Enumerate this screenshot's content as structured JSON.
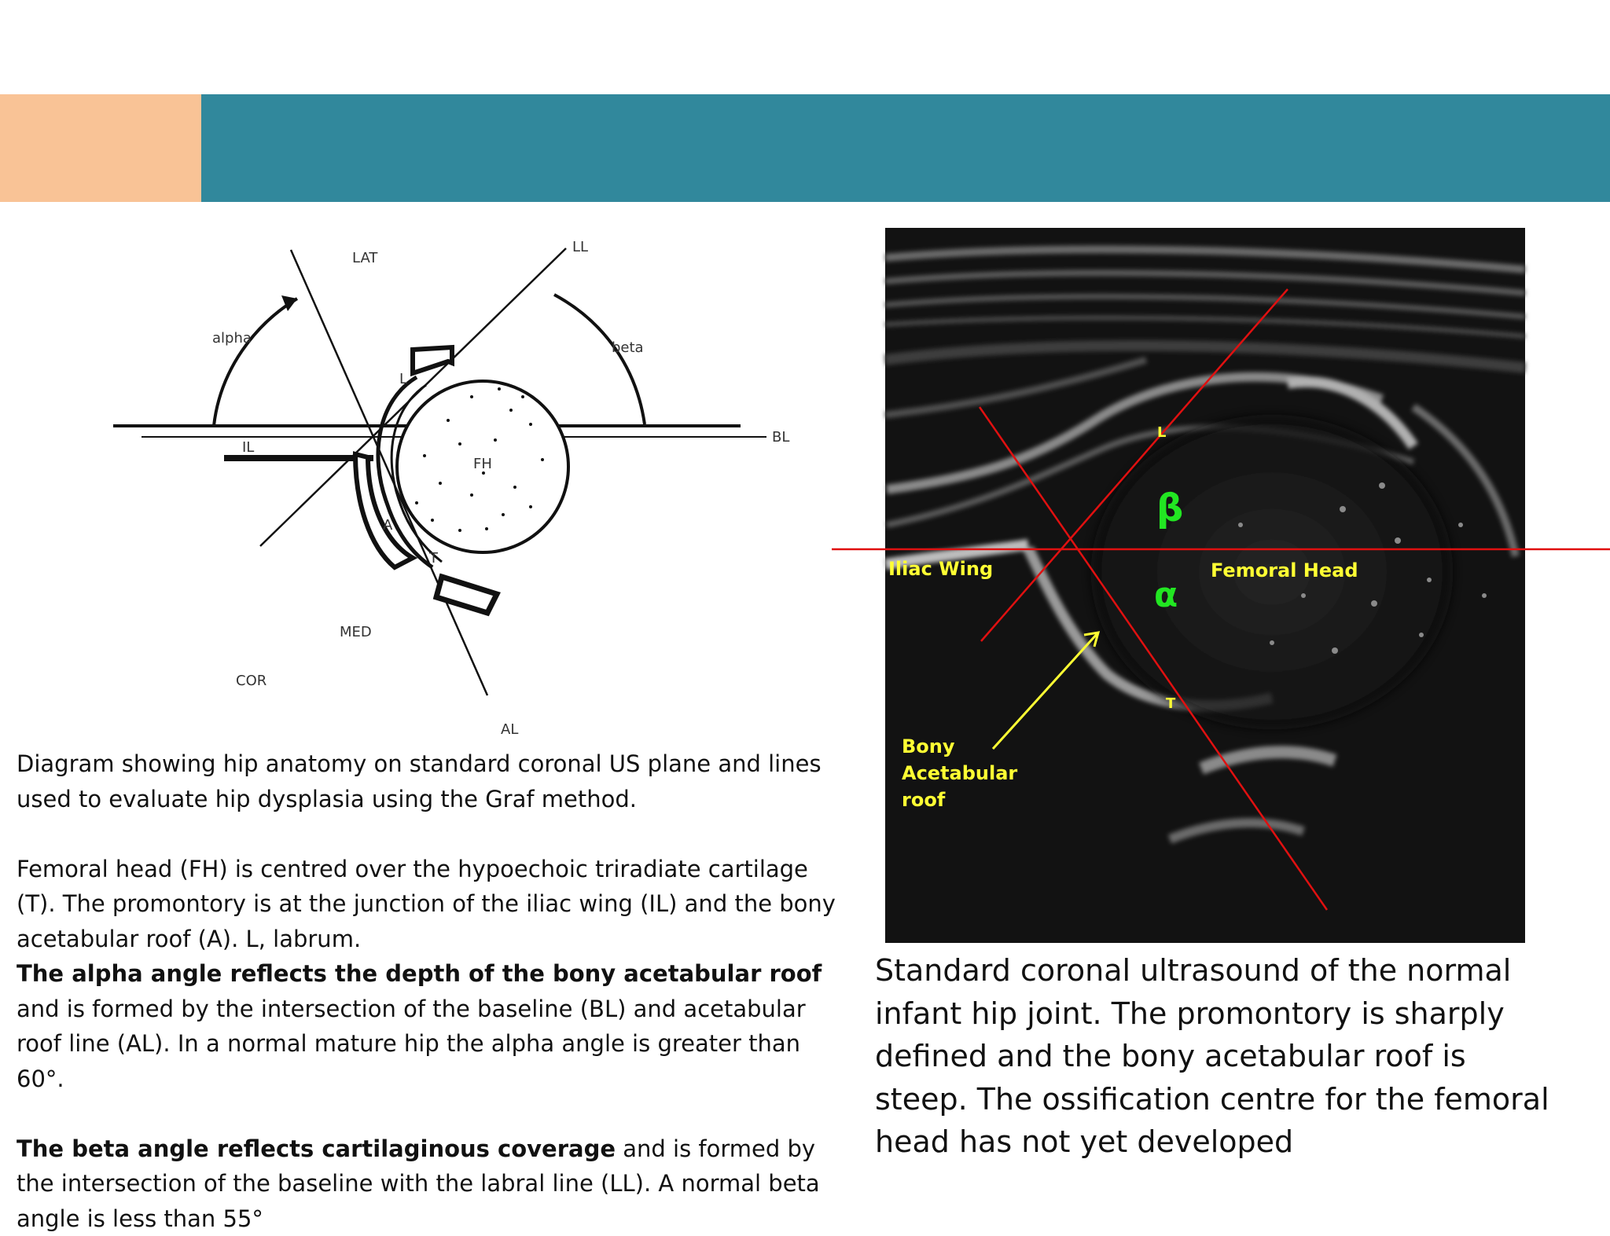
{
  "colors": {
    "accent_band": "#F9C396",
    "main_band": "#31889C",
    "angle_lines": "#e01010",
    "label_yellow": "#ffff33",
    "label_green": "#22e622"
  },
  "diagram": {
    "labels": {
      "lat": "LAT",
      "ll": "LL",
      "alpha": "alpha",
      "beta": "beta",
      "l": "L",
      "bl": "BL",
      "il": "IL",
      "fh": "FH",
      "a": "A",
      "t": "T",
      "med": "MED",
      "cor": "COR",
      "al": "AL"
    },
    "caption": "Diagram showing hip anatomy on standard coronal US plane and lines used to evaluate hip dysplasia using the Graf method.",
    "para1": "Femoral head (FH) is centred over the hypoechoic triradiate cartilage (T). The promontory is at the junction of the iliac wing (IL) and the bony acetabular roof (A). L, labrum.",
    "alpha_bold": "The alpha angle reflects the depth of the bony acetabular roof",
    "alpha_rest": " and is formed by the intersection of the baseline (BL) and acetabular roof line (AL). In a normal mature hip the alpha angle is greater than 60°.",
    "beta_bold": "The beta angle reflects cartilaginous coverage",
    "beta_rest": " and is formed by the intersection of the baseline with the labral line (LL). A normal beta angle is less than 55°"
  },
  "ultrasound": {
    "labels": {
      "l": "L",
      "beta": "β",
      "iliac_wing": "Iliac Wing",
      "femoral_head": "Femoral Head",
      "alpha": "α",
      "t": "T",
      "bony_1": "Bony",
      "bony_2": "Acetabular",
      "bony_3": "roof"
    },
    "caption": "Standard coronal ultrasound of the normal infant hip joint. The promontory is sharply defined and the bony acetabular roof is steep. The ossification centre for the femoral head has not yet developed"
  }
}
